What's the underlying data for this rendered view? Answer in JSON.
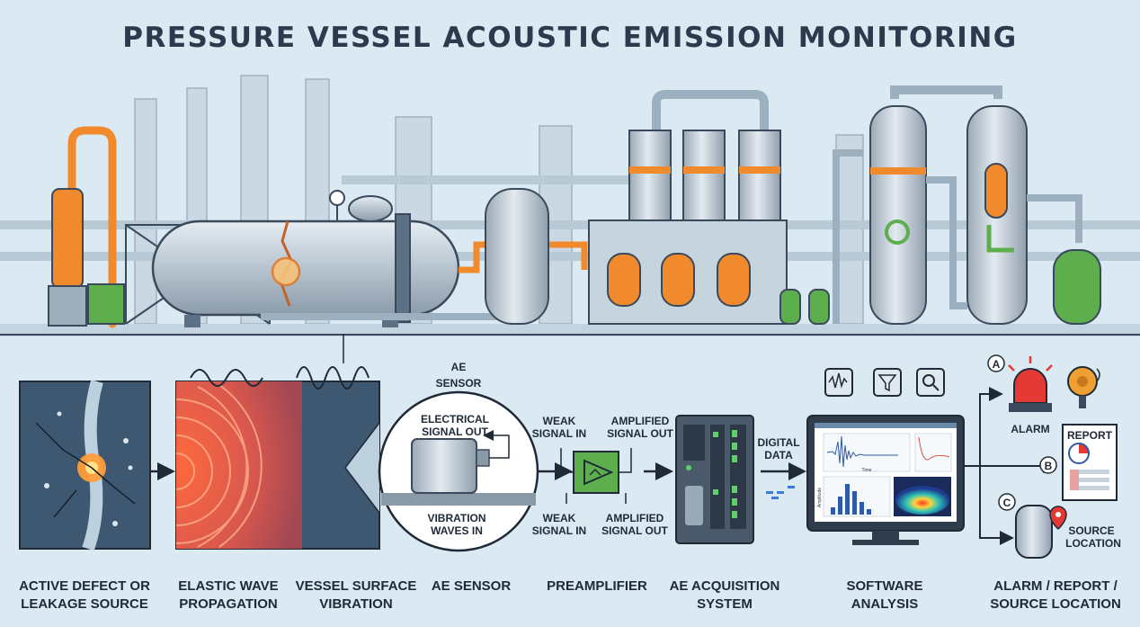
{
  "title": "PRESSURE VESSEL ACOUSTIC EMISSION MONITORING",
  "sensor_callout": {
    "title_line1": "AE",
    "title_line2": "SENSOR",
    "electrical_line1": "ELECTRICAL",
    "electrical_line2": "SIGNAL OUT",
    "vibration_line1": "VIBRATION",
    "vibration_line2": "WAVES IN"
  },
  "preamp_io": {
    "weak_top_line1": "WEAK",
    "weak_top_line2": "SIGNAL IN",
    "amp_top_line1": "AMPLIFIED",
    "amp_top_line2": "SIGNAL OUT",
    "weak_bottom_line1": "WEAK",
    "weak_bottom_line2": "SIGNAL IN",
    "amp_bottom_line1": "AMPLIFIED",
    "amp_bottom_line2": "SIGNAL OUT"
  },
  "digital_data": {
    "line1": "DIGITAL",
    "line2": "DATA"
  },
  "software_axis": {
    "x_label": "Time",
    "y_label": "Amplitude"
  },
  "outputs": {
    "a_marker": "A",
    "b_marker": "B",
    "c_marker": "C",
    "alarm": "ALARM",
    "report": "REPORT",
    "source_line1": "SOURCE",
    "source_line2": "LOCATION"
  },
  "stages": [
    {
      "line1": "ACTIVE DEFECT OR",
      "line2": "LEAKAGE SOURCE"
    },
    {
      "line1": "ELASTIC WAVE",
      "line2": "PROPAGATION"
    },
    {
      "line1": "VESSEL SURFACE",
      "line2": "VIBRATION"
    },
    {
      "line1": "AE SENSOR",
      "line2": ""
    },
    {
      "line1": "PREAMPLIFIER",
      "line2": ""
    },
    {
      "line1": "AE ACQUISITION",
      "line2": "SYSTEM"
    },
    {
      "line1": "SOFTWARE",
      "line2": "ANALYSIS"
    },
    {
      "line1": "ALARM / REPORT /",
      "line2": "SOURCE LOCATION"
    }
  ],
  "colors": {
    "background": "#dbe9f2",
    "accent_orange": "#f08a2c",
    "steel": "#b9c6d2",
    "dark_panel": "#3f5872",
    "green": "#4caf50",
    "alarm_red": "#e53935"
  }
}
